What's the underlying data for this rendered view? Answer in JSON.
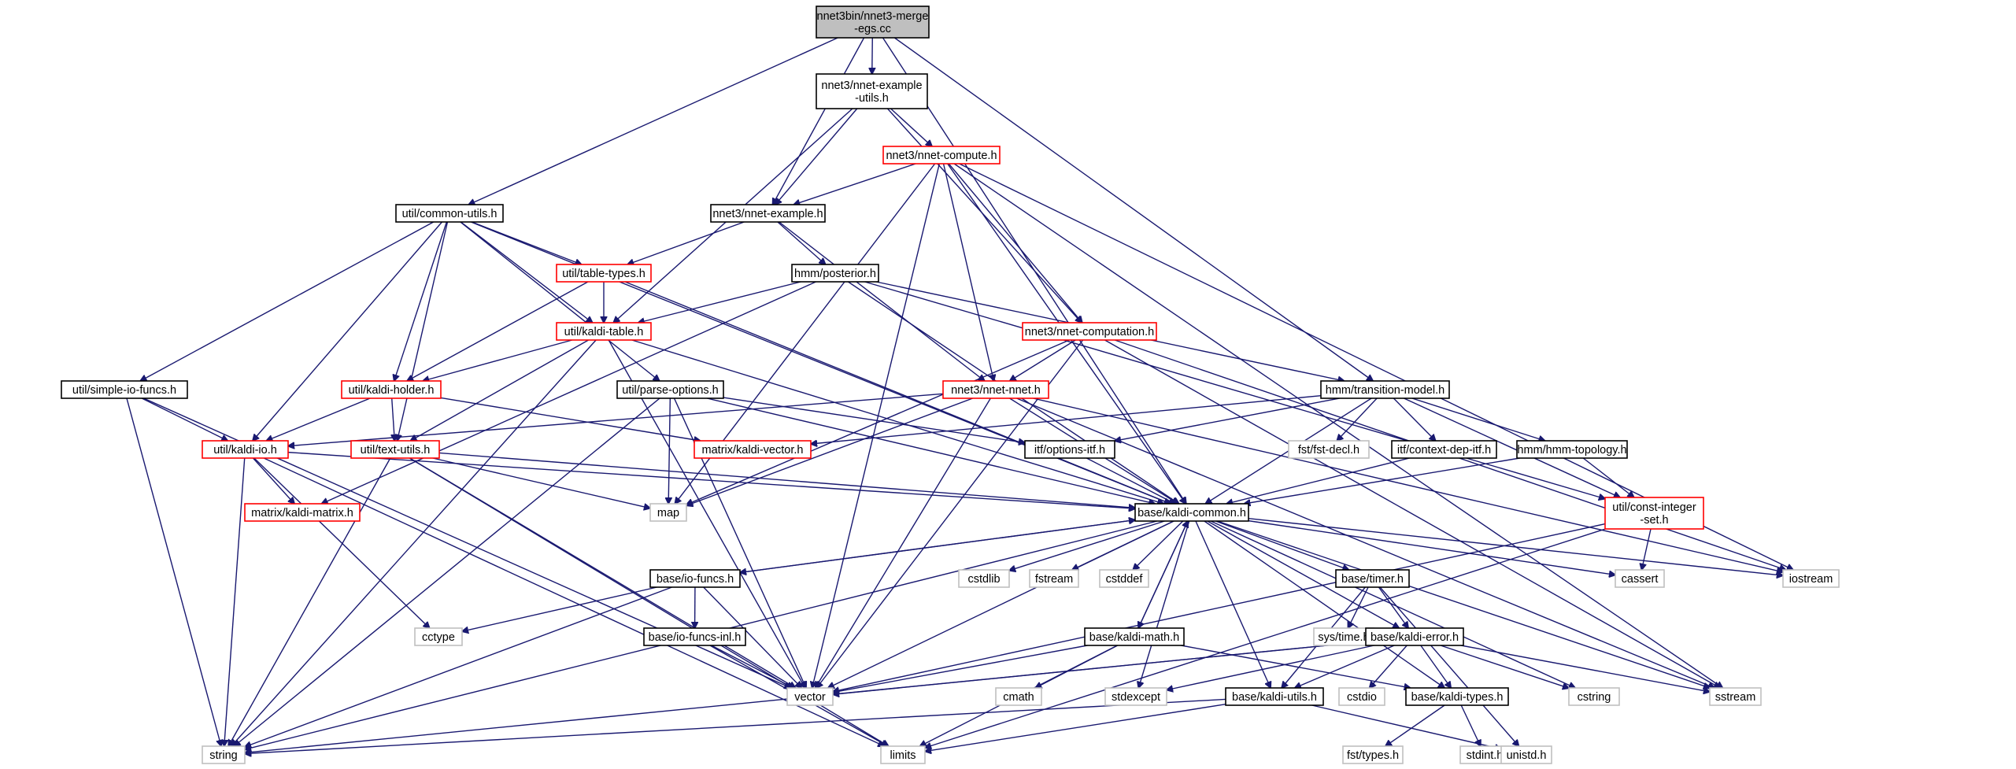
{
  "nodes": [
    {
      "id": "src",
      "lines": [
        "nnet3bin/nnet3-merge",
        "-egs.cc"
      ],
      "style": "source"
    },
    {
      "id": "example_utils",
      "lines": [
        "nnet3/nnet-example",
        "-utils.h"
      ],
      "style": "normal"
    },
    {
      "id": "nnet_compute",
      "lines": [
        "nnet3/nnet-compute.h"
      ],
      "style": "red"
    },
    {
      "id": "common_utils",
      "lines": [
        "util/common-utils.h"
      ],
      "style": "normal"
    },
    {
      "id": "nnet_example",
      "lines": [
        "nnet3/nnet-example.h"
      ],
      "style": "normal"
    },
    {
      "id": "table_types",
      "lines": [
        "util/table-types.h"
      ],
      "style": "red"
    },
    {
      "id": "posterior",
      "lines": [
        "hmm/posterior.h"
      ],
      "style": "normal"
    },
    {
      "id": "kaldi_table",
      "lines": [
        "util/kaldi-table.h"
      ],
      "style": "red"
    },
    {
      "id": "nnet_computation",
      "lines": [
        "nnet3/nnet-computation.h"
      ],
      "style": "red"
    },
    {
      "id": "simple_io",
      "lines": [
        "util/simple-io-funcs.h"
      ],
      "style": "normal"
    },
    {
      "id": "kaldi_holder",
      "lines": [
        "util/kaldi-holder.h"
      ],
      "style": "red"
    },
    {
      "id": "parse_options",
      "lines": [
        "util/parse-options.h"
      ],
      "style": "normal"
    },
    {
      "id": "nnet_nnet",
      "lines": [
        "nnet3/nnet-nnet.h"
      ],
      "style": "red"
    },
    {
      "id": "transition_model",
      "lines": [
        "hmm/transition-model.h"
      ],
      "style": "normal"
    },
    {
      "id": "kaldi_io",
      "lines": [
        "util/kaldi-io.h"
      ],
      "style": "red"
    },
    {
      "id": "text_utils",
      "lines": [
        "util/text-utils.h"
      ],
      "style": "red"
    },
    {
      "id": "kaldi_vector",
      "lines": [
        "matrix/kaldi-vector.h"
      ],
      "style": "red"
    },
    {
      "id": "options_itf",
      "lines": [
        "itf/options-itf.h"
      ],
      "style": "normal"
    },
    {
      "id": "fst_decl",
      "lines": [
        "fst/fst-decl.h"
      ],
      "style": "gray"
    },
    {
      "id": "context_dep",
      "lines": [
        "itf/context-dep-itf.h"
      ],
      "style": "normal"
    },
    {
      "id": "hmm_topology",
      "lines": [
        "hmm/hmm-topology.h"
      ],
      "style": "normal"
    },
    {
      "id": "const_int_set",
      "lines": [
        "util/const-integer",
        "-set.h"
      ],
      "style": "red"
    },
    {
      "id": "map",
      "lines": [
        "map"
      ],
      "style": "gray"
    },
    {
      "id": "kaldi_matrix",
      "lines": [
        "matrix/kaldi-matrix.h"
      ],
      "style": "red"
    },
    {
      "id": "kaldi_common",
      "lines": [
        "base/kaldi-common.h"
      ],
      "style": "normal"
    },
    {
      "id": "io_funcs",
      "lines": [
        "base/io-funcs.h"
      ],
      "style": "normal"
    },
    {
      "id": "cstdlib",
      "lines": [
        "cstdlib"
      ],
      "style": "gray"
    },
    {
      "id": "fstream",
      "lines": [
        "fstream"
      ],
      "style": "gray"
    },
    {
      "id": "cstddef",
      "lines": [
        "cstddef"
      ],
      "style": "gray"
    },
    {
      "id": "timer",
      "lines": [
        "base/timer.h"
      ],
      "style": "normal"
    },
    {
      "id": "cassert",
      "lines": [
        "cassert"
      ],
      "style": "gray"
    },
    {
      "id": "iostream",
      "lines": [
        "iostream"
      ],
      "style": "gray"
    },
    {
      "id": "cctype",
      "lines": [
        "cctype"
      ],
      "style": "gray"
    },
    {
      "id": "sys_time",
      "lines": [
        "sys/time.h"
      ],
      "style": "gray"
    },
    {
      "id": "io_funcs_inl",
      "lines": [
        "base/io-funcs-inl.h"
      ],
      "style": "normal"
    },
    {
      "id": "kaldi_math",
      "lines": [
        "base/kaldi-math.h"
      ],
      "style": "normal"
    },
    {
      "id": "kaldi_error",
      "lines": [
        "base/kaldi-error.h"
      ],
      "style": "normal"
    },
    {
      "id": "vector",
      "lines": [
        "vector"
      ],
      "style": "gray"
    },
    {
      "id": "cmath",
      "lines": [
        "cmath"
      ],
      "style": "gray"
    },
    {
      "id": "stdexcept",
      "lines": [
        "stdexcept"
      ],
      "style": "gray"
    },
    {
      "id": "kaldi_utils",
      "lines": [
        "base/kaldi-utils.h"
      ],
      "style": "normal"
    },
    {
      "id": "cstdio",
      "lines": [
        "cstdio"
      ],
      "style": "gray"
    },
    {
      "id": "kaldi_types",
      "lines": [
        "base/kaldi-types.h"
      ],
      "style": "normal"
    },
    {
      "id": "cstring",
      "lines": [
        "cstring"
      ],
      "style": "gray"
    },
    {
      "id": "sstream",
      "lines": [
        "sstream"
      ],
      "style": "gray"
    },
    {
      "id": "string",
      "lines": [
        "string"
      ],
      "style": "gray"
    },
    {
      "id": "limits",
      "lines": [
        "limits"
      ],
      "style": "gray"
    },
    {
      "id": "fst_types",
      "lines": [
        "fst/types.h"
      ],
      "style": "gray"
    },
    {
      "id": "stdint",
      "lines": [
        "stdint.h"
      ],
      "style": "gray"
    },
    {
      "id": "unistd",
      "lines": [
        "unistd.h"
      ],
      "style": "gray"
    }
  ],
  "edges": [
    [
      "src",
      "example_utils"
    ],
    [
      "src",
      "common_utils"
    ],
    [
      "src",
      "nnet_example"
    ],
    [
      "src",
      "transition_model"
    ],
    [
      "src",
      "kaldi_common"
    ],
    [
      "example_utils",
      "nnet_compute"
    ],
    [
      "example_utils",
      "nnet_example"
    ],
    [
      "example_utils",
      "kaldi_table"
    ],
    [
      "example_utils",
      "nnet_computation"
    ],
    [
      "nnet_compute",
      "nnet_example"
    ],
    [
      "nnet_compute",
      "nnet_nnet"
    ],
    [
      "nnet_compute",
      "nnet_computation"
    ],
    [
      "nnet_compute",
      "map"
    ],
    [
      "nnet_compute",
      "vector"
    ],
    [
      "nnet_compute",
      "iostream"
    ],
    [
      "nnet_compute",
      "sstream"
    ],
    [
      "nnet_compute",
      "kaldi_common"
    ],
    [
      "common_utils",
      "table_types"
    ],
    [
      "common_utils",
      "kaldi_table"
    ],
    [
      "common_utils",
      "simple_io"
    ],
    [
      "common_utils",
      "kaldi_holder"
    ],
    [
      "common_utils",
      "parse_options"
    ],
    [
      "common_utils",
      "kaldi_io"
    ],
    [
      "common_utils",
      "text_utils"
    ],
    [
      "common_utils",
      "kaldi_common"
    ],
    [
      "nnet_example",
      "table_types"
    ],
    [
      "nnet_example",
      "posterior"
    ],
    [
      "nnet_example",
      "nnet_nnet"
    ],
    [
      "table_types",
      "kaldi_table"
    ],
    [
      "table_types",
      "kaldi_holder"
    ],
    [
      "table_types",
      "kaldi_common"
    ],
    [
      "posterior",
      "kaldi_table"
    ],
    [
      "posterior",
      "transition_model"
    ],
    [
      "posterior",
      "kaldi_matrix"
    ],
    [
      "posterior",
      "const_int_set"
    ],
    [
      "posterior",
      "kaldi_common"
    ],
    [
      "kaldi_table",
      "kaldi_holder"
    ],
    [
      "kaldi_table",
      "text_utils"
    ],
    [
      "kaldi_table",
      "string"
    ],
    [
      "kaldi_table",
      "vector"
    ],
    [
      "kaldi_table",
      "kaldi_common"
    ],
    [
      "nnet_computation",
      "nnet_nnet"
    ],
    [
      "nnet_computation",
      "map"
    ],
    [
      "nnet_computation",
      "vector"
    ],
    [
      "nnet_computation",
      "iostream"
    ],
    [
      "nnet_computation",
      "sstream"
    ],
    [
      "simple_io",
      "kaldi_io"
    ],
    [
      "simple_io",
      "string"
    ],
    [
      "simple_io",
      "vector"
    ],
    [
      "kaldi_holder",
      "kaldi_io"
    ],
    [
      "kaldi_holder",
      "text_utils"
    ],
    [
      "kaldi_holder",
      "kaldi_vector"
    ],
    [
      "parse_options",
      "options_itf"
    ],
    [
      "parse_options",
      "map"
    ],
    [
      "parse_options",
      "vector"
    ],
    [
      "parse_options",
      "string"
    ],
    [
      "parse_options",
      "kaldi_common"
    ],
    [
      "nnet_nnet",
      "kaldi_io"
    ],
    [
      "nnet_nnet",
      "map"
    ],
    [
      "nnet_nnet",
      "vector"
    ],
    [
      "nnet_nnet",
      "iostream"
    ],
    [
      "nnet_nnet",
      "sstream"
    ],
    [
      "nnet_nnet",
      "kaldi_common"
    ],
    [
      "transition_model",
      "kaldi_vector"
    ],
    [
      "transition_model",
      "options_itf"
    ],
    [
      "transition_model",
      "fst_decl"
    ],
    [
      "transition_model",
      "context_dep"
    ],
    [
      "transition_model",
      "hmm_topology"
    ],
    [
      "transition_model",
      "const_int_set"
    ],
    [
      "transition_model",
      "kaldi_common"
    ],
    [
      "kaldi_io",
      "kaldi_matrix"
    ],
    [
      "kaldi_io",
      "string"
    ],
    [
      "kaldi_io",
      "cctype"
    ],
    [
      "kaldi_io",
      "limits"
    ],
    [
      "kaldi_io",
      "kaldi_common"
    ],
    [
      "text_utils",
      "map"
    ],
    [
      "text_utils",
      "string"
    ],
    [
      "text_utils",
      "vector"
    ],
    [
      "text_utils",
      "limits"
    ],
    [
      "text_utils",
      "kaldi_common"
    ],
    [
      "options_itf",
      "kaldi_common"
    ],
    [
      "context_dep",
      "kaldi_common"
    ],
    [
      "hmm_topology",
      "kaldi_common"
    ],
    [
      "hmm_topology",
      "const_int_set"
    ],
    [
      "const_int_set",
      "vector"
    ],
    [
      "const_int_set",
      "cassert"
    ],
    [
      "const_int_set",
      "limits"
    ],
    [
      "kaldi_common",
      "io_funcs"
    ],
    [
      "kaldi_common",
      "cstdlib"
    ],
    [
      "kaldi_common",
      "fstream"
    ],
    [
      "kaldi_common",
      "cstddef"
    ],
    [
      "kaldi_common",
      "timer"
    ],
    [
      "kaldi_common",
      "cassert"
    ],
    [
      "kaldi_common",
      "iostream"
    ],
    [
      "kaldi_common",
      "kaldi_math"
    ],
    [
      "kaldi_common",
      "kaldi_error"
    ],
    [
      "kaldi_common",
      "kaldi_utils"
    ],
    [
      "kaldi_common",
      "kaldi_types"
    ],
    [
      "kaldi_common",
      "vector"
    ],
    [
      "kaldi_common",
      "string"
    ],
    [
      "kaldi_common",
      "stdexcept"
    ],
    [
      "kaldi_common",
      "cstring"
    ],
    [
      "kaldi_common",
      "sstream"
    ],
    [
      "io_funcs",
      "cctype"
    ],
    [
      "io_funcs",
      "io_funcs_inl"
    ],
    [
      "io_funcs",
      "vector"
    ],
    [
      "io_funcs",
      "string"
    ],
    [
      "io_funcs",
      "kaldi_common"
    ],
    [
      "timer",
      "sys_time"
    ],
    [
      "timer",
      "kaldi_error"
    ],
    [
      "timer",
      "kaldi_utils"
    ],
    [
      "timer",
      "unistd"
    ],
    [
      "io_funcs_inl",
      "vector"
    ],
    [
      "io_funcs_inl",
      "limits"
    ],
    [
      "kaldi_math",
      "vector"
    ],
    [
      "kaldi_math",
      "cmath"
    ],
    [
      "kaldi_math",
      "limits"
    ],
    [
      "kaldi_math",
      "kaldi_types"
    ],
    [
      "kaldi_math",
      "kaldi_common"
    ],
    [
      "kaldi_error",
      "vector"
    ],
    [
      "kaldi_error",
      "string"
    ],
    [
      "kaldi_error",
      "stdexcept"
    ],
    [
      "kaldi_error",
      "cstdio"
    ],
    [
      "kaldi_error",
      "kaldi_utils"
    ],
    [
      "kaldi_error",
      "kaldi_types"
    ],
    [
      "kaldi_error",
      "cstring"
    ],
    [
      "kaldi_error",
      "sstream"
    ],
    [
      "kaldi_utils",
      "string"
    ],
    [
      "kaldi_utils",
      "limits"
    ],
    [
      "kaldi_utils",
      "unistd"
    ],
    [
      "kaldi_types",
      "fst_types"
    ],
    [
      "kaldi_types",
      "stdint"
    ]
  ]
}
